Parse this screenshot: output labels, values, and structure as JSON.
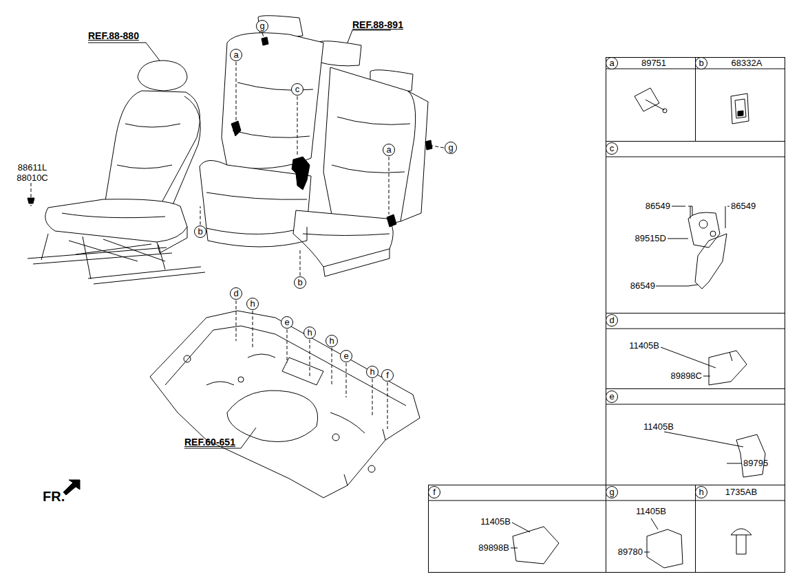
{
  "diagram": {
    "nodes": [
      {
        "text": [
          "89751"
        ]
      },
      {
        "text": [
          "a"
        ],
        "in": 0
      },
      {
        "text": [
          "68332A"
        ]
      },
      {
        "text": [
          "b"
        ],
        "in": 2
      },
      {
        "text": [
          "86549",
          "86549",
          "89515D",
          "86549"
        ]
      },
      {
        "text": [
          "c"
        ],
        "in": 4
      },
      {
        "text": [
          "11405B",
          "89898C"
        ]
      },
      {
        "text": [
          "d"
        ],
        "in": 6
      },
      {
        "text": [
          "11405B",
          "89795"
        ]
      },
      {
        "text": [
          "e"
        ],
        "in": 8
      },
      {
        "text": [
          "11405B",
          "89898B"
        ]
      },
      {
        "text": [
          "f"
        ],
        "in": 10
      },
      {
        "text": [
          "11405B",
          "89780"
        ]
      },
      {
        "text": [
          "g"
        ],
        "in": 12
      },
      {
        "text": [
          "1735AB"
        ]
      },
      {
        "text": [
          "h"
        ],
        "in": 14
      },
      {
        "text": [
          "g"
        ]
      },
      {
        "text": [
          "a"
        ]
      },
      {
        "text": [
          "c"
        ]
      },
      {
        "text": [
          "g"
        ]
      },
      {
        "text": [
          "a"
        ]
      },
      {
        "text": [
          "b"
        ]
      },
      {
        "text": [
          "b"
        ]
      },
      {
        "text": [
          "d"
        ]
      },
      {
        "text": [
          "h"
        ]
      },
      {
        "text": [
          "e"
        ]
      },
      {
        "text": [
          "h"
        ]
      },
      {
        "text": [
          "h"
        ]
      },
      {
        "text": [
          "e"
        ]
      },
      {
        "text": [
          "h"
        ]
      },
      {
        "text": [
          "f"
        ]
      }
    ],
    "labels": [
      "REF.88-880",
      "REF.88-891",
      "88611L",
      "88010C",
      "REF.60-651",
      "FR."
    ]
  }
}
